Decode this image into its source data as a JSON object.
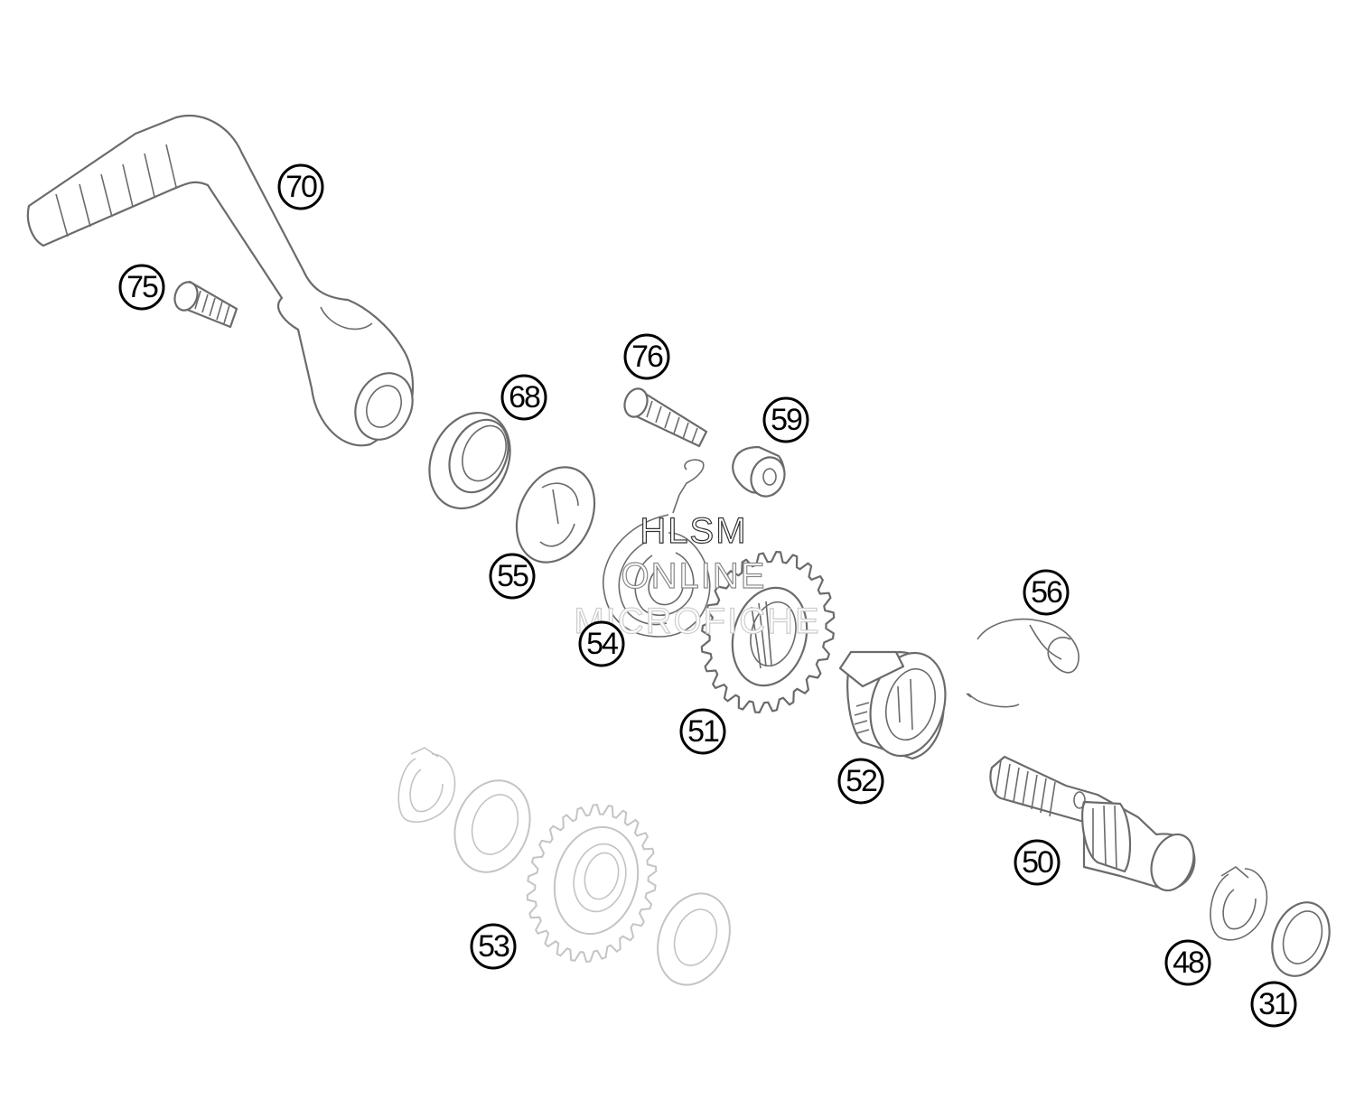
{
  "callouts": {
    "c70": "70",
    "c75": "75",
    "c76": "76",
    "c68": "68",
    "c59": "59",
    "c55": "55",
    "c54": "54",
    "c51": "51",
    "c56": "56",
    "c52": "52",
    "c50": "50",
    "c53": "53",
    "c48": "48",
    "c31": "31"
  },
  "watermark": {
    "line1": "HLSM",
    "line2": "ONLINE",
    "line3": "MICROFICHE"
  }
}
